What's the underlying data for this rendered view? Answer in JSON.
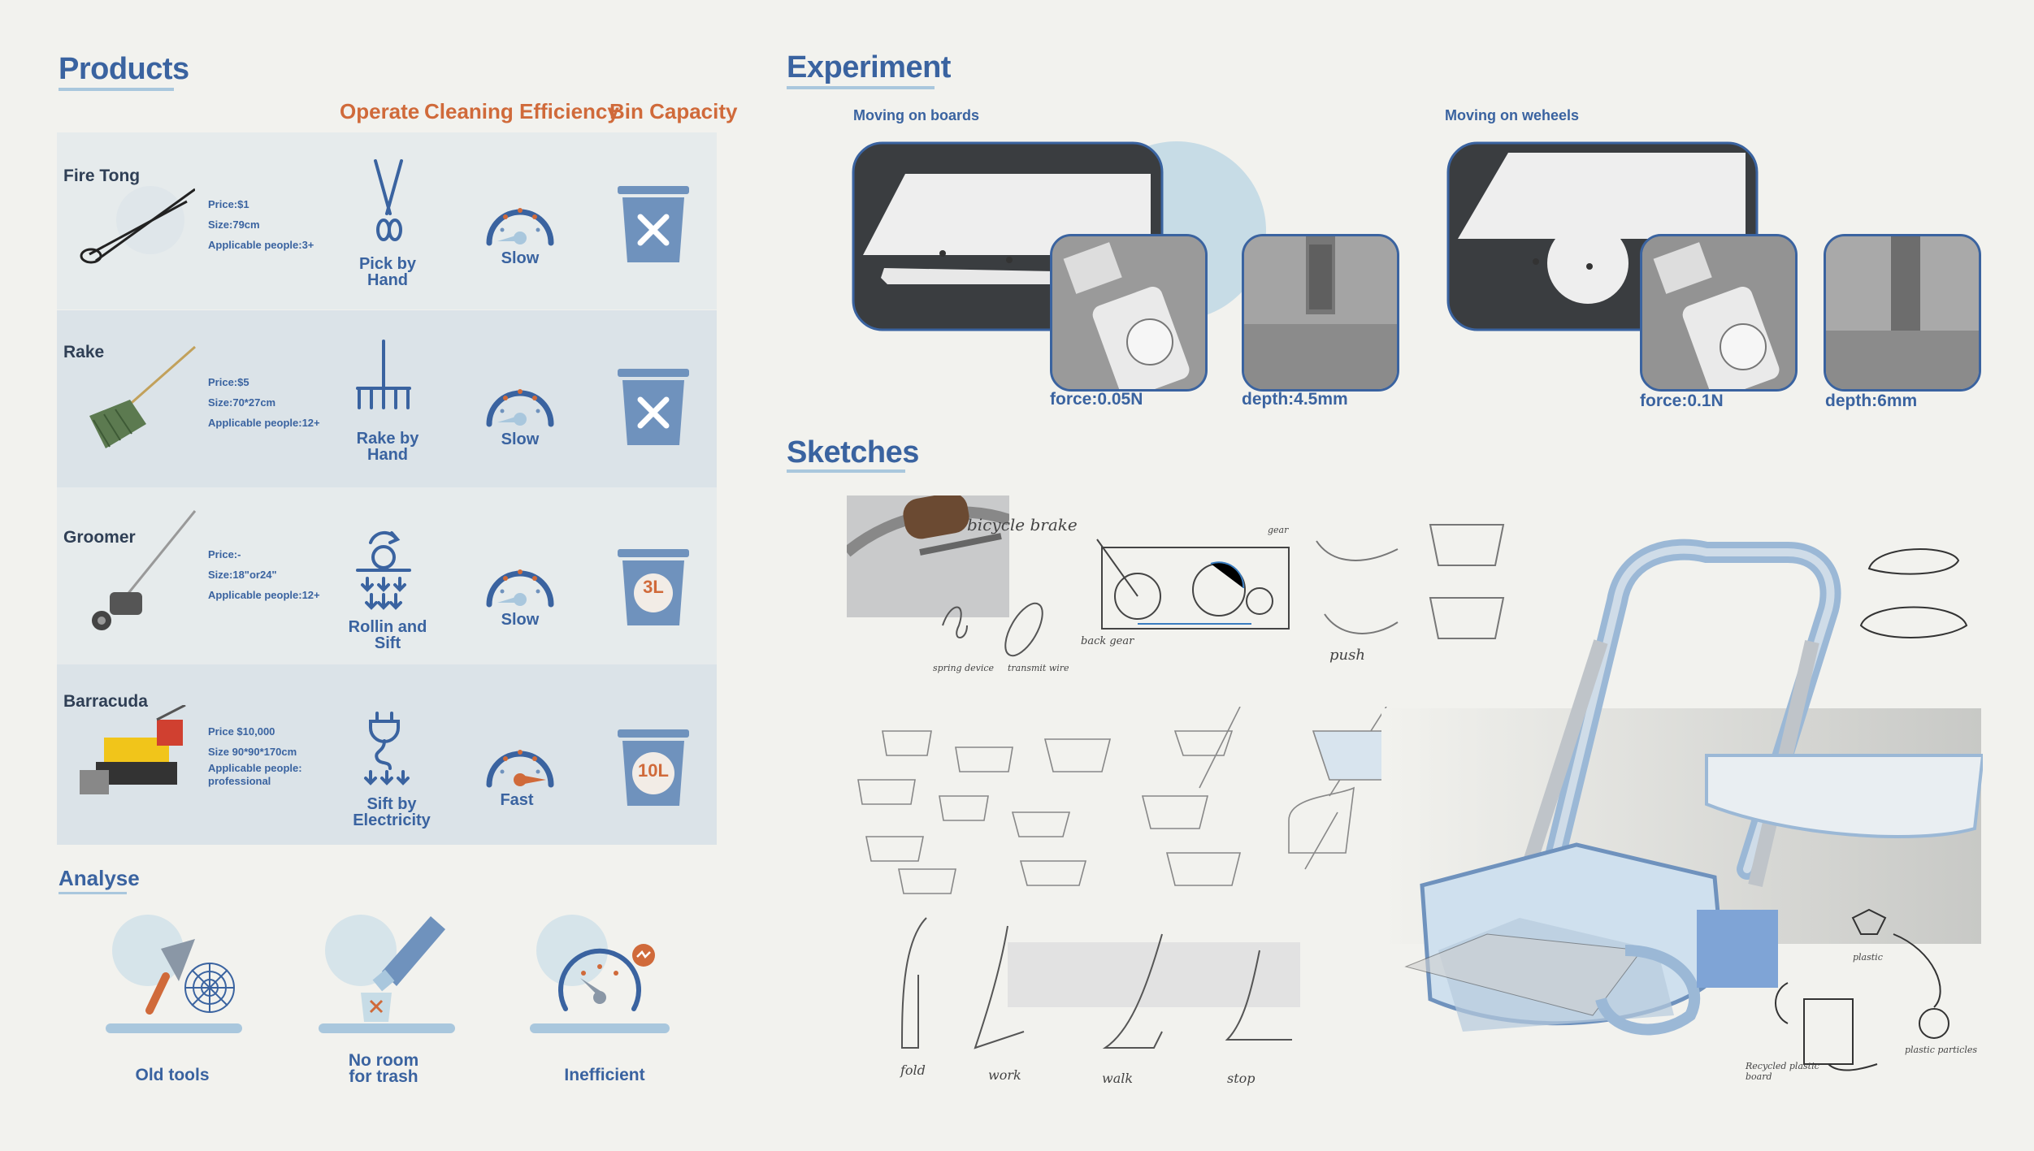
{
  "products": {
    "title": "Products",
    "columns": {
      "operate": "Operate",
      "efficiency": "Cleaning Efficiency",
      "capacity": "Bin Capacity"
    },
    "items": [
      {
        "name": "Fire Tong",
        "info": [
          "Price:$1",
          "Size:79cm",
          "Applicable people:3+"
        ],
        "operate": [
          "Pick by",
          "Hand"
        ],
        "speed": "Slow",
        "bin": ""
      },
      {
        "name": "Rake",
        "info": [
          "Price:$5",
          "Size:70*27cm",
          "Applicable people:12+"
        ],
        "operate": [
          "Rake by",
          "Hand"
        ],
        "speed": "Slow",
        "bin": ""
      },
      {
        "name": "Groomer",
        "info": [
          "Price:-",
          "Size:18\"or24\"",
          "Applicable people:12+"
        ],
        "operate": [
          "Rollin and",
          "Sift"
        ],
        "speed": "Slow",
        "bin": "3L"
      },
      {
        "name": "Barracuda",
        "info": [
          "Price $10,000",
          "Size 90*90*170cm",
          "Applicable people:",
          "professional"
        ],
        "operate": [
          "Sift by",
          "Electricity"
        ],
        "speed": "Fast",
        "bin": "10L"
      }
    ]
  },
  "analyse": {
    "title": "Analyse",
    "items": [
      {
        "label": [
          "Old tools"
        ]
      },
      {
        "label": [
          "No room",
          "for trash"
        ]
      },
      {
        "label": [
          "Inefficient"
        ]
      }
    ]
  },
  "experiment": {
    "title": "Experiment",
    "groups": [
      {
        "heading": "Moving on boards",
        "force": "force:0.05N",
        "depth": "depth:4.5mm"
      },
      {
        "heading": "Moving on weheels",
        "force": "force:0.1N",
        "depth": "depth:6mm"
      }
    ]
  },
  "sketches": {
    "title": "Sketches",
    "notes": {
      "bicycle": "bicycle brake",
      "spring": "spring device",
      "wire": "transmit wire",
      "gear": "gear",
      "back_gear": "back gear",
      "push": "push",
      "fold": "fold",
      "work": "work",
      "walk": "walk",
      "stop": "stop",
      "plastic": "plastic",
      "particles": "plastic particles",
      "board": "Recycled plastic board"
    }
  },
  "colors": {
    "accent": "#3a63a0",
    "orange": "#d06a3a",
    "bin": "#6f92bd",
    "soft": "#c7dce6"
  }
}
